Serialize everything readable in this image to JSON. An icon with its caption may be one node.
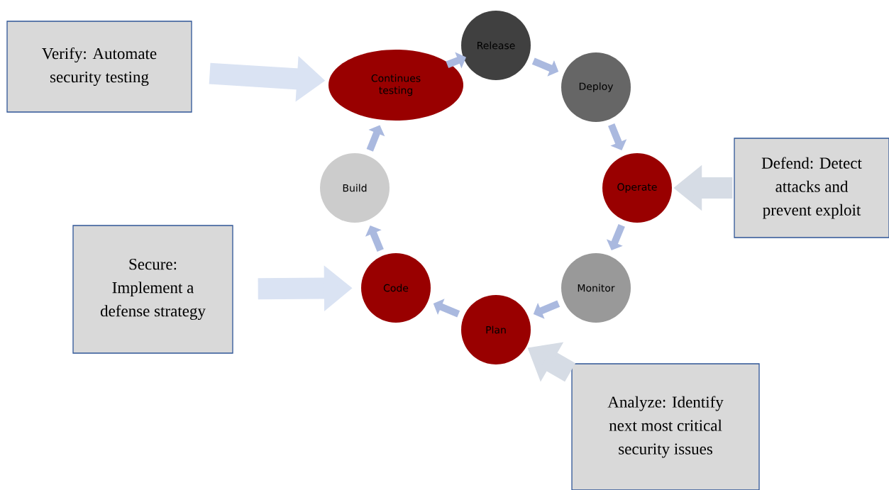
{
  "diagram": {
    "nodes": [
      {
        "text": [
          "Verify: Automate security testing"
        ]
      },
      {
        "text": [
          "Continues testing"
        ]
      },
      {
        "text": [
          "Release"
        ]
      },
      {
        "text": [
          "Deploy"
        ]
      },
      {
        "text": [
          "Operate"
        ]
      },
      {
        "text": [
          "Monitor"
        ]
      },
      {
        "text": [
          "Plan"
        ]
      },
      {
        "text": [
          "Code"
        ]
      },
      {
        "text": [
          "Build"
        ]
      },
      {
        "text": [
          "Defend: Detect attacks and prevent exploit"
        ]
      },
      {
        "text": [
          "Secure: Implement a defense strategy"
        ]
      },
      {
        "text": [
          "Analyze: Identify next most critical security issues"
        ]
      }
    ],
    "edges": [
      {
        "from": 1,
        "to": 2,
        "arrow": "to"
      },
      {
        "from": 2,
        "to": 3,
        "arrow": "to"
      },
      {
        "from": 3,
        "to": 4,
        "arrow": "to"
      },
      {
        "from": 4,
        "to": 5,
        "arrow": "to"
      },
      {
        "from": 5,
        "to": 6,
        "arrow": "to"
      },
      {
        "from": 6,
        "to": 7,
        "arrow": "to"
      },
      {
        "from": 7,
        "to": 8,
        "arrow": "to"
      },
      {
        "from": 8,
        "to": 1,
        "arrow": "to"
      },
      {
        "from": 0,
        "to": 1,
        "arrow": "to",
        "style": "thick",
        "color": "#dae3f3"
      },
      {
        "from": 9,
        "to": 4,
        "arrow": "to",
        "style": "thick",
        "color": "#d6dce5"
      },
      {
        "from": 10,
        "to": 7,
        "arrow": "to",
        "style": "thick",
        "color": "#dae3f3"
      },
      {
        "from": 11,
        "to": 6,
        "arrow": "to",
        "style": "thick",
        "color": "#d6dce5"
      }
    ]
  }
}
